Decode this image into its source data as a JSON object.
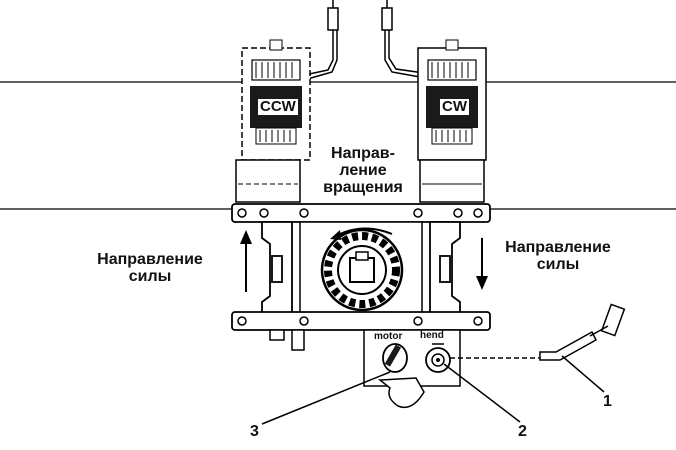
{
  "labels": {
    "motor_left": "CCW",
    "motor_right": "CW",
    "rotation_direction": [
      "Направ-",
      "ление",
      "вращения"
    ],
    "force_left": [
      "Направление",
      "силы"
    ],
    "force_right": [
      "Направление",
      "силы"
    ],
    "switch_motor": "motor",
    "switch_hand": "hend",
    "callout_1": "1",
    "callout_2": "2",
    "callout_3": "3"
  }
}
